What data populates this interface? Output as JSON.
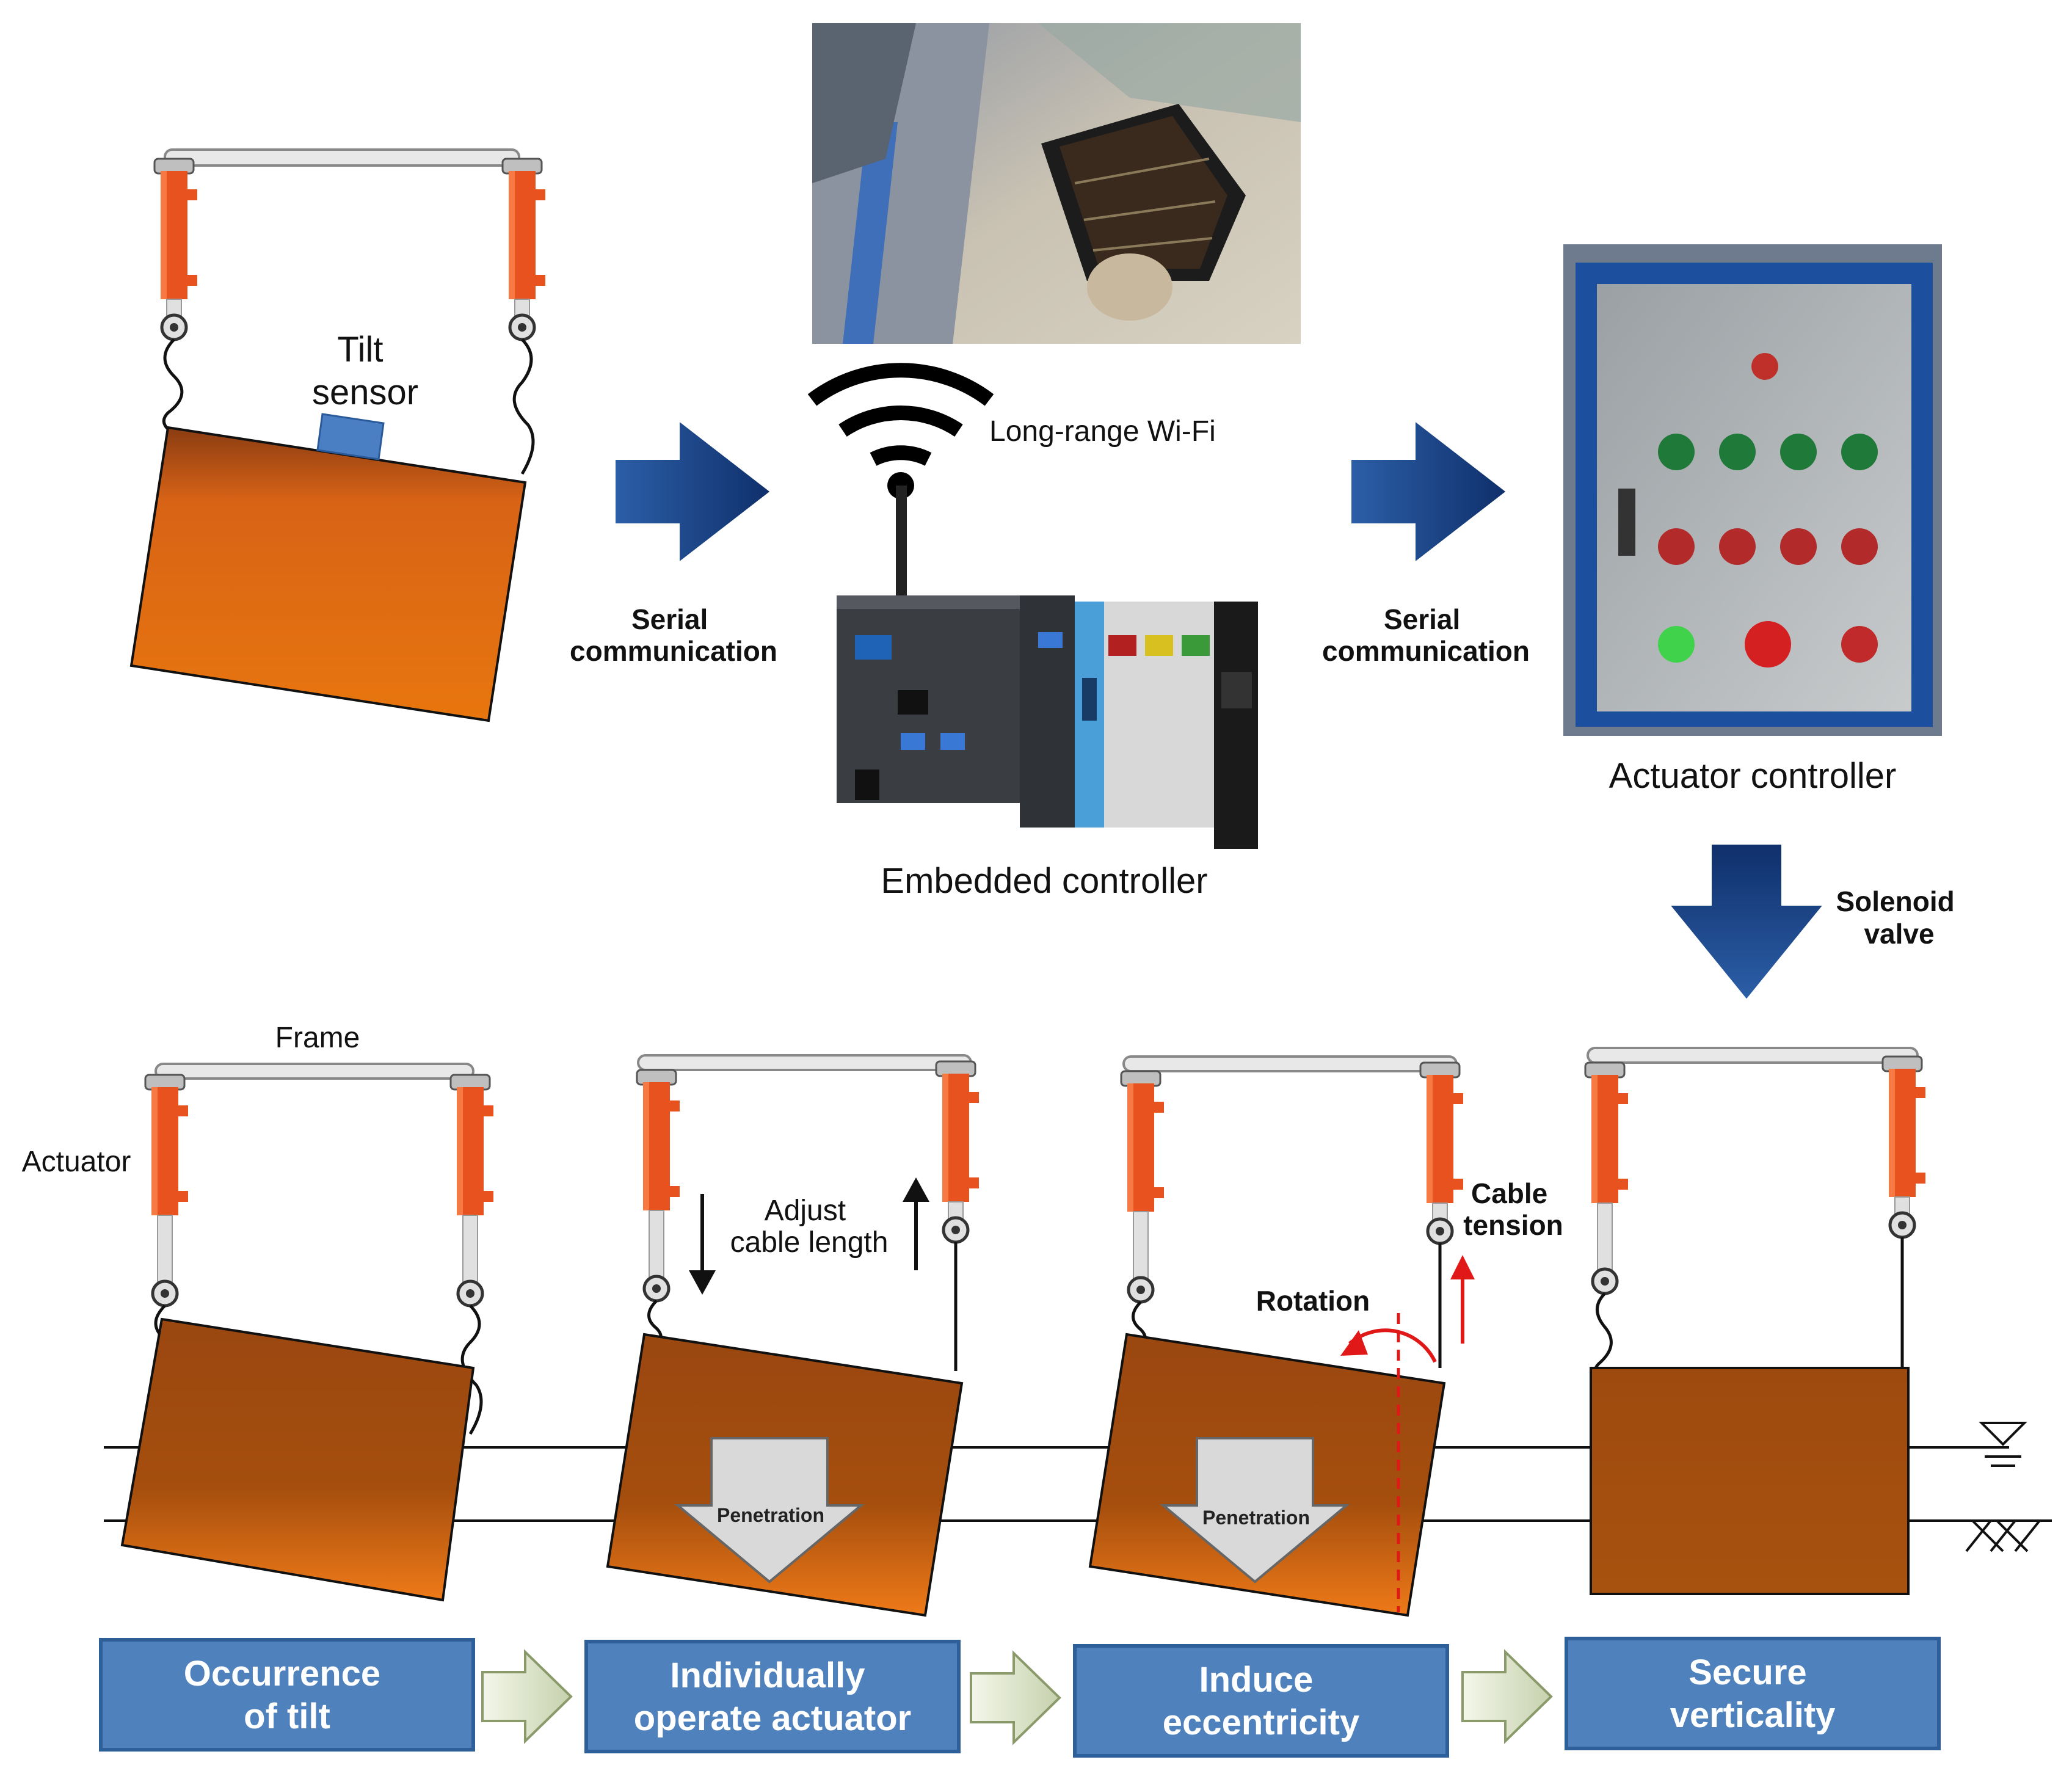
{
  "top": {
    "tilt_sensor_label": [
      "Tilt",
      "sensor"
    ],
    "serial_comm_left": [
      "Serial",
      "communication"
    ],
    "serial_comm_right": [
      "Serial",
      "communication"
    ],
    "wifi_label": "Long-range Wi-Fi",
    "embedded_controller_label": "Embedded controller",
    "actuator_controller_label": "Actuator controller",
    "solenoid_label": [
      "Solenoid",
      "valve"
    ]
  },
  "bottom": {
    "frame_label": "Frame",
    "actuator_label": "Actuator",
    "adjust_label": [
      "Adjust",
      "cable length"
    ],
    "cable_tension_label": [
      "Cable",
      "tension"
    ],
    "rotation_label": "Rotation",
    "penetration_label": "Penetration"
  },
  "steps": [
    {
      "line1": "Occurrence",
      "line2": "of tilt"
    },
    {
      "line1": "Individually",
      "line2": "operate actuator"
    },
    {
      "line1": "Induce",
      "line2": "eccentricity"
    },
    {
      "line1": "Secure",
      "line2": "verticality"
    }
  ],
  "colors": {
    "step_fill": "#4f81bd",
    "step_border": "#2f5f98",
    "arrow_dark": "#1f4e8c",
    "actuator_orange": "#e8521e",
    "caisson_top": "#9a4710",
    "caisson_bottom": "#ef7a18"
  }
}
